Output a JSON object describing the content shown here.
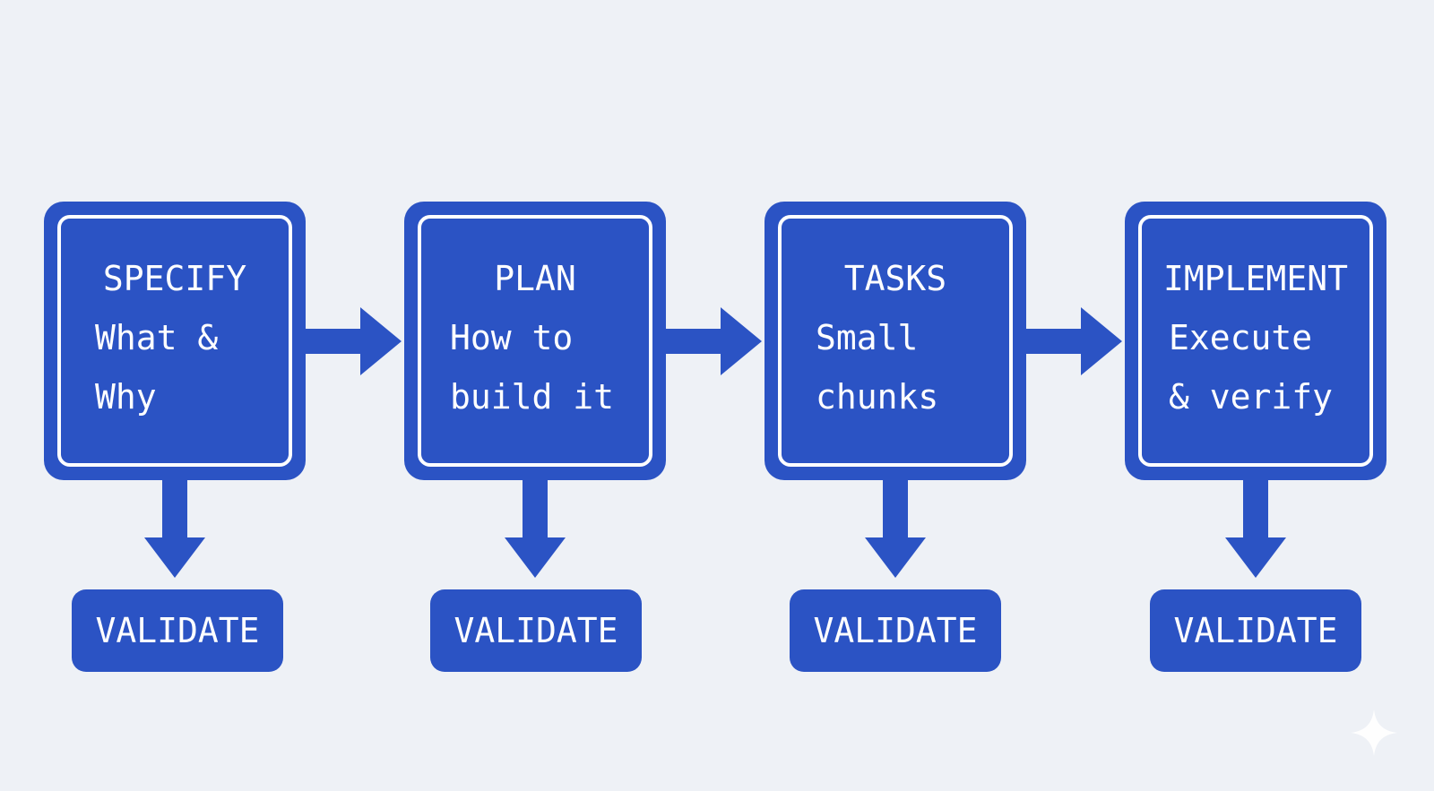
{
  "colors": {
    "background": "#eef1f6",
    "stage_fill": "#2b53c4",
    "stage_border": "#ffffff",
    "arrow": "#2b53c4",
    "text": "#ffffff"
  },
  "stages": [
    {
      "title": "SPECIFY",
      "line1": "What &",
      "line2": "Why",
      "validate": "VALIDATE"
    },
    {
      "title": "PLAN",
      "line1": "How to",
      "line2": "build it",
      "validate": "VALIDATE"
    },
    {
      "title": "TASKS",
      "line1": "Small",
      "line2": "chunks",
      "validate": "VALIDATE"
    },
    {
      "title": "IMPLEMENT",
      "line1": "Execute",
      "line2": "& verify",
      "validate": "VALIDATE"
    }
  ],
  "decorations": {
    "corner_mark_icon": "sparkle-icon"
  }
}
